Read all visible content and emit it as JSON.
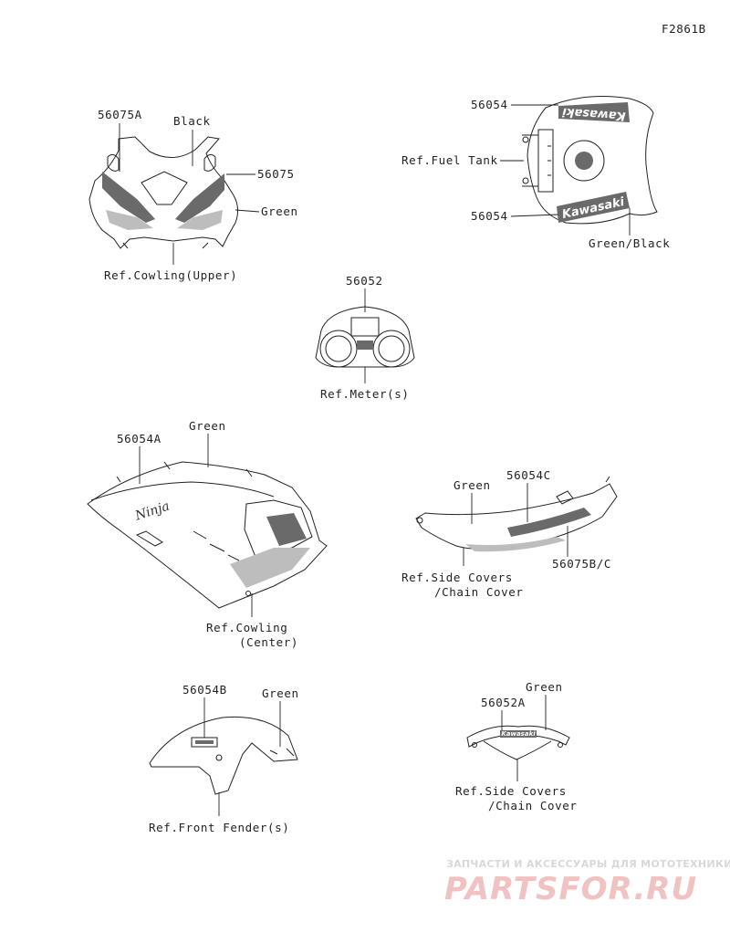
{
  "figure_code": "F2861B",
  "groups": {
    "upper_cowling": {
      "part_56075A": "56075A",
      "color_black": "Black",
      "part_56075": "56075",
      "color_green": "Green",
      "ref": "Ref.Cowling(Upper)"
    },
    "fuel_tank": {
      "part_top": "56054",
      "ref": "Ref.Fuel Tank",
      "part_bottom": "56054",
      "color": "Green/Black",
      "brand_top": "Kawasaki",
      "brand_bottom": "Kawasaki"
    },
    "meter": {
      "part": "56052",
      "ref": "Ref.Meter(s)"
    },
    "center_cowling": {
      "color_green": "Green",
      "part": "56054A",
      "ref_line1": "Ref.Cowling",
      "ref_line2": "(Center)",
      "model": "Ninja"
    },
    "side_covers": {
      "color_green": "Green",
      "part_56054C": "56054C",
      "part_56075BC": "56075B/C",
      "ref_line1": "Ref.Side Covers",
      "ref_line2": "/Chain Cover"
    },
    "front_fender": {
      "part": "56054B",
      "color_green": "Green",
      "ref": "Ref.Front Fender(s)"
    },
    "rear_cover": {
      "color_green": "Green",
      "part": "56052A",
      "ref_line1": "Ref.Side Covers",
      "ref_line2": "/Chain Cover"
    }
  },
  "watermark": {
    "line1": "ЗАПЧАСТИ И АКСЕССУАРЫ ДЛЯ МОТОТЕХНИКИ",
    "line2": "PARTSFOR.RU"
  }
}
